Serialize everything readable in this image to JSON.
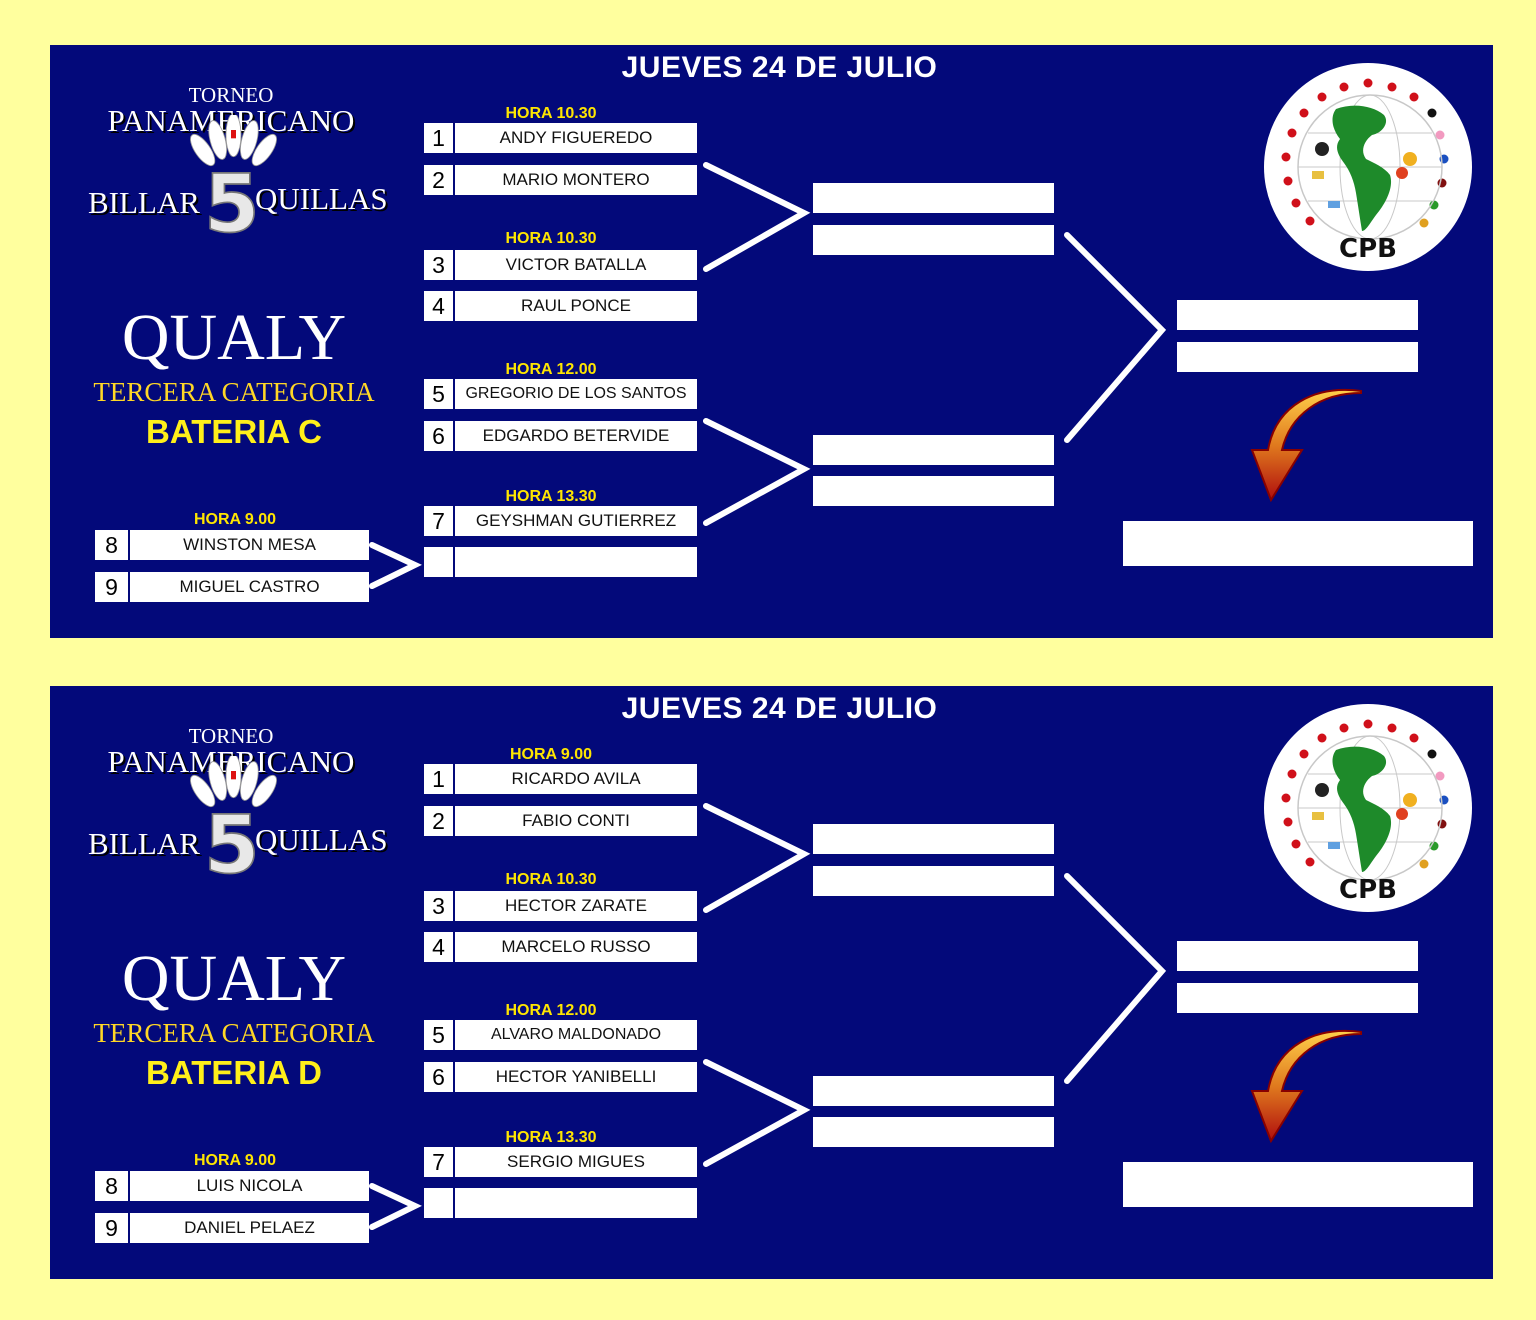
{
  "colors": {
    "background": "#ffff9e",
    "panel": "#03097a",
    "accent": "#ffe600"
  },
  "panels": [
    {
      "date": "JUEVES 24 DE JULIO",
      "logo": {
        "torneo": "TORNEO",
        "panamericano": "PANAMERICANO",
        "billar": "BILLAR",
        "number": "5",
        "quillas": "QUILLAS"
      },
      "qualy": "QUALY",
      "categoria": "TERCERA CATEGORIA",
      "bateria": "BATERIA C",
      "cpb_label": "CPB",
      "times": [
        "HORA 10.30",
        "HORA 10.30",
        "HORA 12.00",
        "HORA 13.30",
        "HORA 9.00"
      ],
      "players": [
        {
          "num": "1",
          "name": "ANDY FIGUEREDO"
        },
        {
          "num": "2",
          "name": "MARIO MONTERO"
        },
        {
          "num": "3",
          "name": "VICTOR BATALLA"
        },
        {
          "num": "4",
          "name": "RAUL PONCE"
        },
        {
          "num": "5",
          "name": "GREGORIO DE LOS SANTOS"
        },
        {
          "num": "6",
          "name": "EDGARDO BETERVIDE"
        },
        {
          "num": "7",
          "name": "GEYSHMAN GUTIERREZ"
        },
        {
          "num": "8",
          "name": "WINSTON MESA"
        },
        {
          "num": "9",
          "name": "MIGUEL CASTRO"
        }
      ]
    },
    {
      "date": "JUEVES 24 DE JULIO",
      "logo": {
        "torneo": "TORNEO",
        "panamericano": "PANAMERICANO",
        "billar": "BILLAR",
        "number": "5",
        "quillas": "QUILLAS"
      },
      "qualy": "QUALY",
      "categoria": "TERCERA CATEGORIA",
      "bateria": "BATERIA D",
      "cpb_label": "CPB",
      "times": [
        "HORA 9.00",
        "HORA 10.30",
        "HORA 12.00",
        "HORA 13.30",
        "HORA 9.00"
      ],
      "players": [
        {
          "num": "1",
          "name": "RICARDO AVILA"
        },
        {
          "num": "2",
          "name": "FABIO CONTI"
        },
        {
          "num": "3",
          "name": "HECTOR ZARATE"
        },
        {
          "num": "4",
          "name": "MARCELO RUSSO"
        },
        {
          "num": "5",
          "name": "ALVARO MALDONADO"
        },
        {
          "num": "6",
          "name": "HECTOR YANIBELLI"
        },
        {
          "num": "7",
          "name": "SERGIO MIGUES"
        },
        {
          "num": "8",
          "name": "LUIS NICOLA"
        },
        {
          "num": "9",
          "name": "DANIEL PELAEZ"
        }
      ]
    }
  ]
}
